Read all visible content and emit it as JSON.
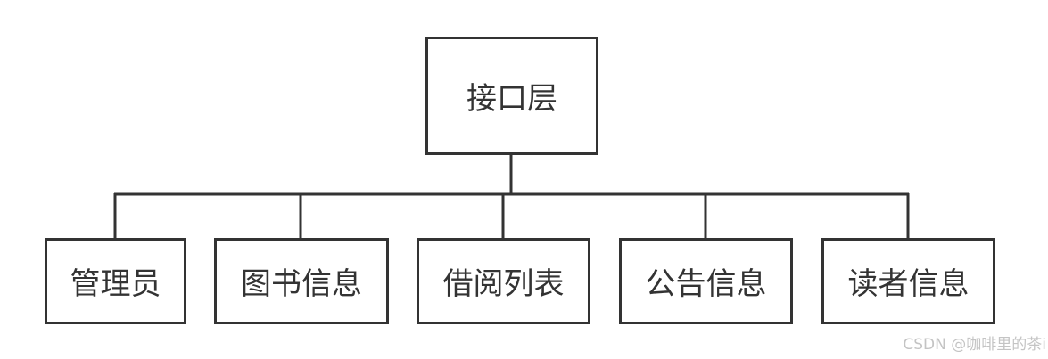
{
  "diagram": {
    "root": {
      "label": "接口层"
    },
    "children": [
      {
        "label": "管理员"
      },
      {
        "label": "图书信息"
      },
      {
        "label": "借阅列表"
      },
      {
        "label": "公告信息"
      },
      {
        "label": "读者信息"
      }
    ],
    "line_color": "#333333"
  },
  "watermark": "CSDN @咖啡里的茶i"
}
